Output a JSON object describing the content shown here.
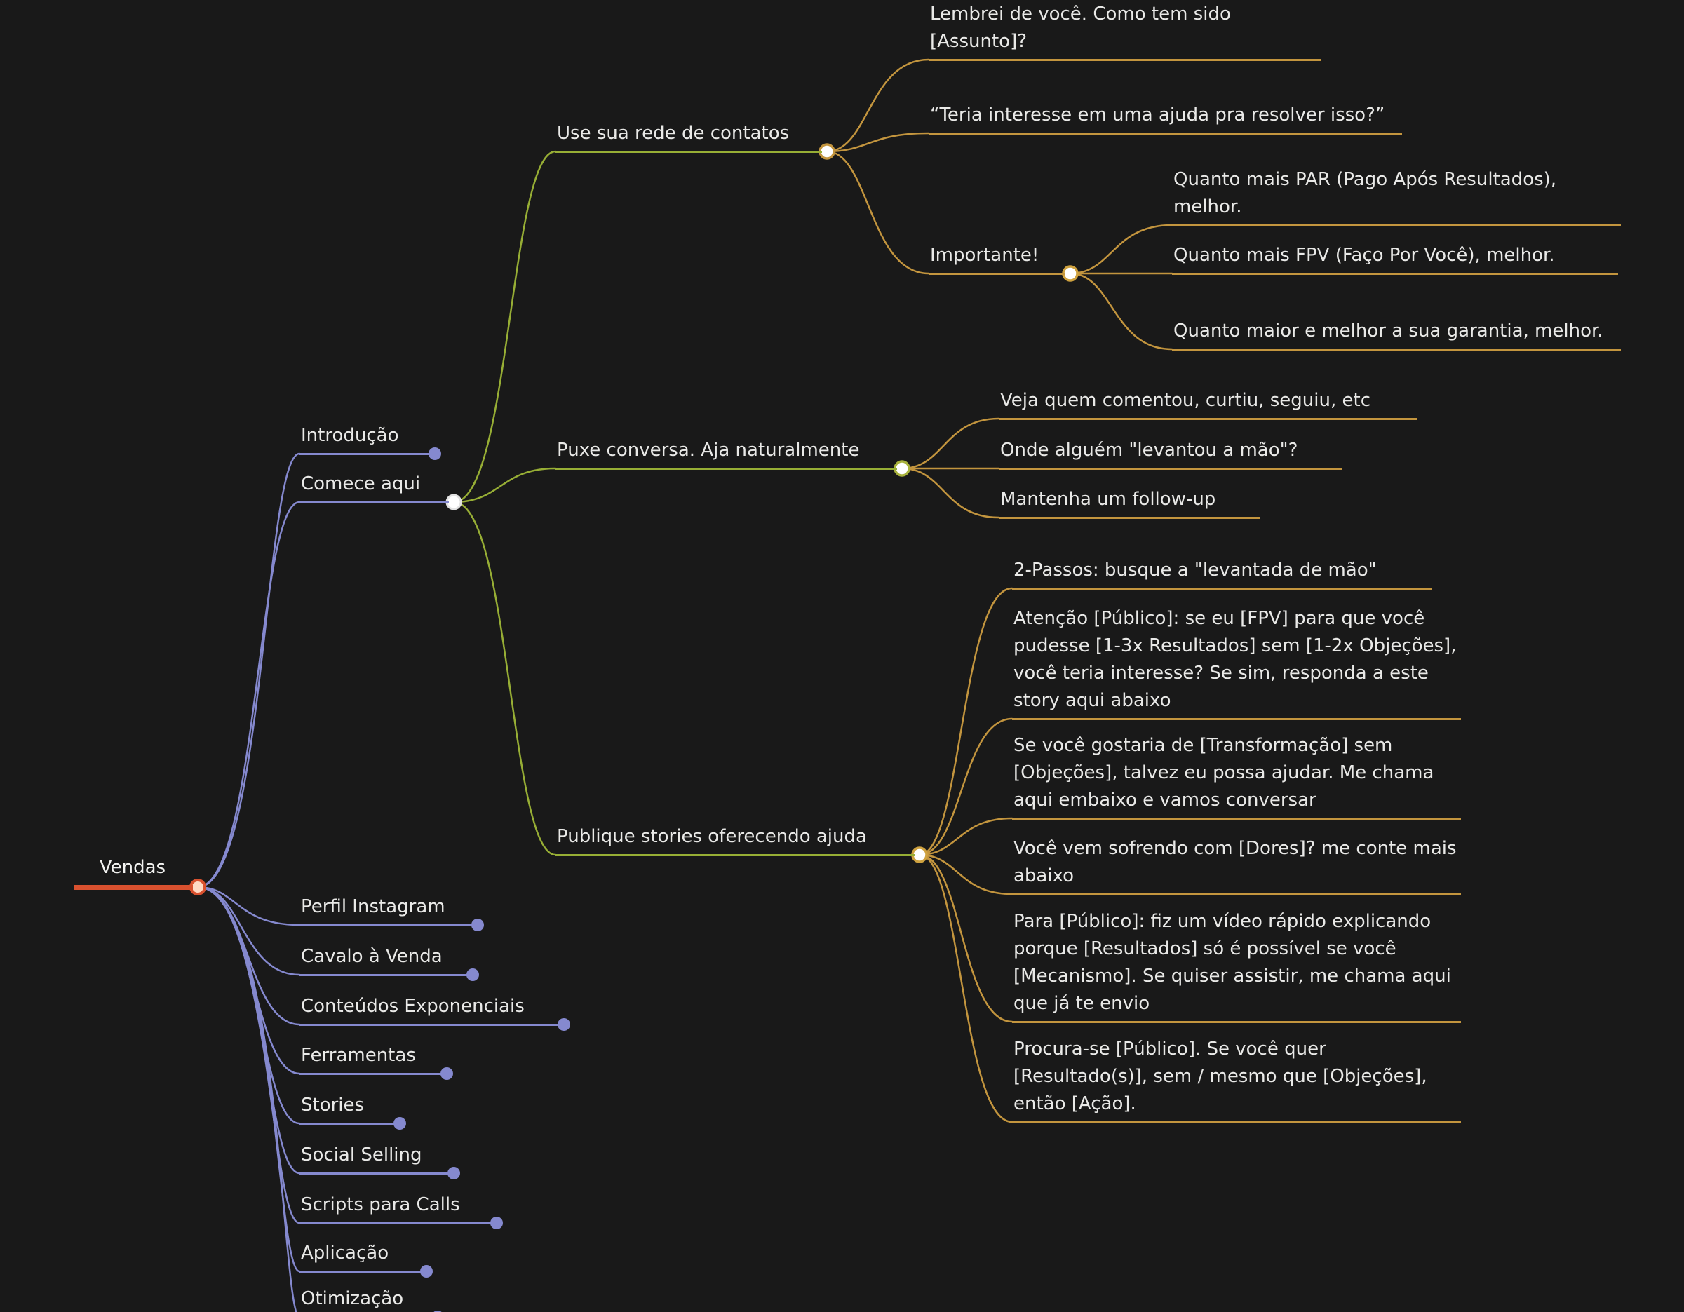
{
  "colors": {
    "background": "#191919",
    "branch_purple": "#8589cf",
    "branch_green": "#97ae35",
    "branch_tan": "#c3953e",
    "root_accent": "#d9512f",
    "text": "#e9e9e7"
  },
  "root": {
    "label": "Vendas"
  },
  "branches": {
    "intro": {
      "label": "Introdução"
    },
    "comece": {
      "label": "Comece aqui",
      "children": {
        "rede": {
          "label": "Use sua rede de contatos",
          "children": {
            "lembrei": {
              "label": "Lembrei de você. Como tem sido [Assunto]?"
            },
            "teria": {
              "label": "“Teria interesse em uma ajuda pra resolver isso?”"
            },
            "importante": {
              "label": "Importante!",
              "children": {
                "par": {
                  "label": "Quanto mais PAR (Pago Após Resultados), melhor."
                },
                "fpv": {
                  "label": "Quanto mais FPV (Faço Por Você), melhor."
                },
                "garantia": {
                  "label": "Quanto maior e melhor a sua garantia, melhor."
                }
              }
            }
          }
        },
        "puxe": {
          "label": "Puxe conversa. Aja naturalmente",
          "children": {
            "veja": {
              "label": "Veja quem comentou, curtiu, seguiu, etc"
            },
            "onde": {
              "label": "Onde alguém \"levantou a mão\"?"
            },
            "followup": {
              "label": "Mantenha um follow-up"
            }
          }
        },
        "publique": {
          "label": "Publique stories oferecendo ajuda",
          "children": {
            "dois_passos": {
              "label": "2-Passos: busque a \"levantada de mão\""
            },
            "atencao": {
              "label": "Atenção [Público]: se eu [FPV] para que você pudesse [1-3x Resultados] sem [1-2x Objeções], você teria interesse? Se sim, responda a este story aqui abaixo"
            },
            "se_voce": {
              "label": "Se você gostaria de [Transformação] sem [Objeções], talvez eu possa ajudar. Me chama aqui embaixo e vamos conversar"
            },
            "sofrendo": {
              "label": "Você vem sofrendo com [Dores]? me conte mais abaixo"
            },
            "para_publico": {
              "label": "Para [Público]: fiz um vídeo rápido explicando porque [Resultados] só é possível se você [Mecanismo]. Se quiser assistir, me chama aqui que já te envio"
            },
            "procura_se": {
              "label": "Procura-se [Público]. Se você quer [Resultado(s)], sem / mesmo que [Objeções], então [Ação]."
            }
          }
        }
      }
    },
    "perfil_instagram": {
      "label": "Perfil Instagram"
    },
    "cavalo_venda": {
      "label": "Cavalo à Venda"
    },
    "conteudos_exponenciais": {
      "label": "Conteúdos Exponenciais"
    },
    "ferramentas": {
      "label": "Ferramentas"
    },
    "stories": {
      "label": "Stories"
    },
    "social_selling": {
      "label": "Social Selling"
    },
    "scripts_calls": {
      "label": "Scripts para Calls"
    },
    "aplicacao": {
      "label": "Aplicação"
    },
    "otimizacao": {
      "label": "Otimização"
    }
  }
}
